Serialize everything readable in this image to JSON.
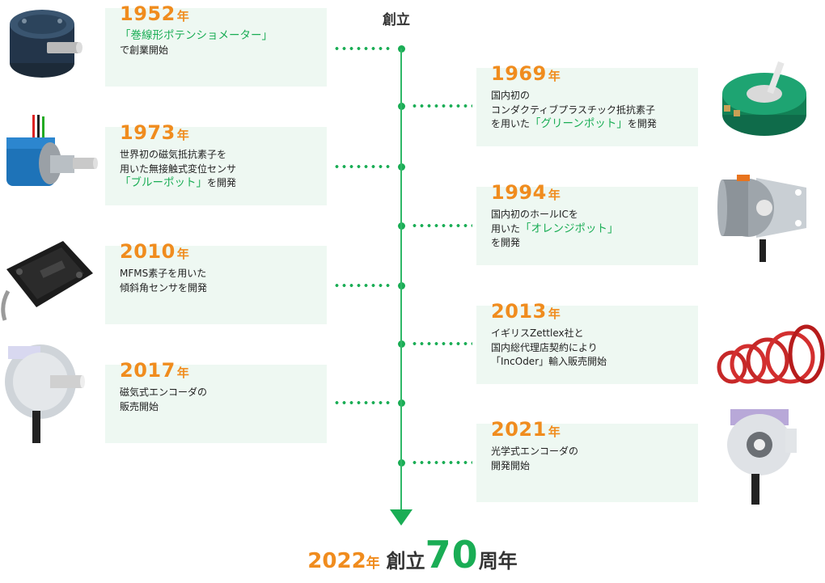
{
  "header": {
    "founded": "創立"
  },
  "events": [
    {
      "side": "left",
      "year": "1952",
      "nen": "年",
      "lines": [
        {
          "parts": [
            {
              "t": "「巻線形ポテンショメーター」",
              "g": true
            }
          ]
        },
        {
          "parts": [
            {
              "t": "で創業開始"
            }
          ]
        }
      ],
      "product": "wirewound-potentiometer"
    },
    {
      "side": "right",
      "year": "1969",
      "nen": "年",
      "lines": [
        {
          "parts": [
            {
              "t": "国内初の"
            }
          ]
        },
        {
          "parts": [
            {
              "t": "コンダクティブプラスチック抵抗素子"
            }
          ]
        },
        {
          "parts": [
            {
              "t": "を用いた"
            },
            {
              "t": "「グリーンポット」",
              "g": true
            },
            {
              "t": "を開発"
            }
          ]
        }
      ],
      "product": "green-pot"
    },
    {
      "side": "left",
      "year": "1973",
      "nen": "年",
      "lines": [
        {
          "parts": [
            {
              "t": "世界初の磁気抵抗素子を"
            }
          ]
        },
        {
          "parts": [
            {
              "t": "用いた無接触式変位センサ"
            }
          ]
        },
        {
          "parts": [
            {
              "t": "「ブルーポット」",
              "g": true
            },
            {
              "t": "を開発"
            }
          ]
        }
      ],
      "product": "blue-pot"
    },
    {
      "side": "right",
      "year": "1994",
      "nen": "年",
      "lines": [
        {
          "parts": [
            {
              "t": "国内初のホールICを"
            }
          ]
        },
        {
          "parts": [
            {
              "t": "用いた"
            },
            {
              "t": "「オレンジポット」",
              "g": true
            }
          ]
        },
        {
          "parts": [
            {
              "t": "を開発"
            }
          ]
        }
      ],
      "product": "orange-pot"
    },
    {
      "side": "left",
      "year": "2010",
      "nen": "年",
      "lines": [
        {
          "parts": [
            {
              "t": "MFMS素子を用いた"
            }
          ]
        },
        {
          "parts": [
            {
              "t": "傾斜角センサを開発"
            }
          ]
        }
      ],
      "product": "tilt-sensor"
    },
    {
      "side": "right",
      "year": "2013",
      "nen": "年",
      "lines": [
        {
          "parts": [
            {
              "t": "イギリスZettlex社と"
            }
          ]
        },
        {
          "parts": [
            {
              "t": "国内総代理店契約により"
            }
          ]
        },
        {
          "parts": [
            {
              "t": "「IncOder」輸入販売開始"
            }
          ]
        }
      ],
      "product": "incoder-rings"
    },
    {
      "side": "left",
      "year": "2017",
      "nen": "年",
      "lines": [
        {
          "parts": [
            {
              "t": "磁気式エンコーダの"
            }
          ]
        },
        {
          "parts": [
            {
              "t": "販売開始"
            }
          ]
        }
      ],
      "product": "magnetic-encoder"
    },
    {
      "side": "right",
      "year": "2021",
      "nen": "年",
      "lines": [
        {
          "parts": [
            {
              "t": "光学式エンコーダの"
            }
          ]
        },
        {
          "parts": [
            {
              "t": "開発開始"
            }
          ]
        }
      ],
      "product": "optical-encoder"
    }
  ],
  "footer": {
    "year": "2022",
    "nen": "年",
    "founded": "創立",
    "number": "70",
    "suffix": "周年"
  },
  "colors": {
    "orange": "#f08c1e",
    "green": "#1aad55",
    "box": "#eef8f2"
  }
}
